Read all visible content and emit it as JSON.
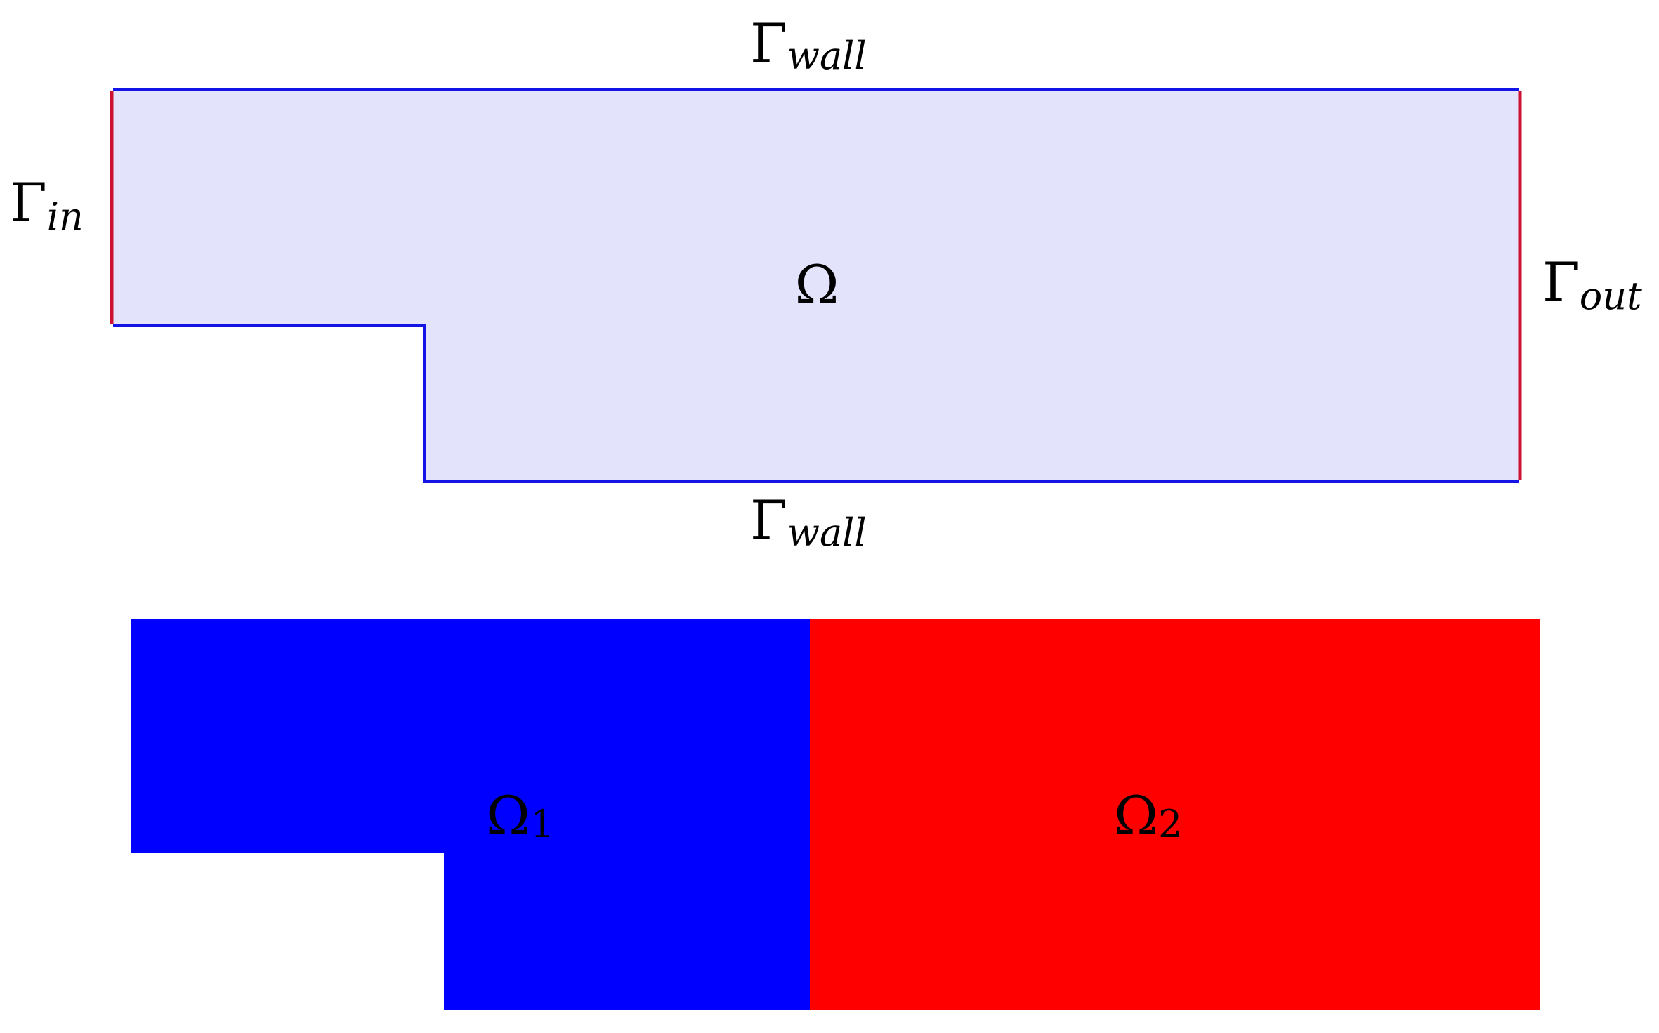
{
  "colors": {
    "domain_fill": "#e3e3fb",
    "wall_line": "#1414e6",
    "inlet_outlet_line": "#cc1133",
    "subdomain_1_fill": "#0000ff",
    "subdomain_2_fill": "#ff0000"
  },
  "top_diagram": {
    "domain_label": {
      "symbol": "Ω"
    },
    "wall_top_label": {
      "symbol": "Γ",
      "subscript": "wall"
    },
    "wall_bottom_label": {
      "symbol": "Γ",
      "subscript": "wall"
    },
    "inlet_label": {
      "symbol": "Γ",
      "subscript": "in"
    },
    "outlet_label": {
      "symbol": "Γ",
      "subscript": "out"
    }
  },
  "bottom_diagram": {
    "subdomain_1_label": {
      "symbol": "Ω",
      "subscript": "1"
    },
    "subdomain_2_label": {
      "symbol": "Ω",
      "subscript": "2"
    }
  }
}
